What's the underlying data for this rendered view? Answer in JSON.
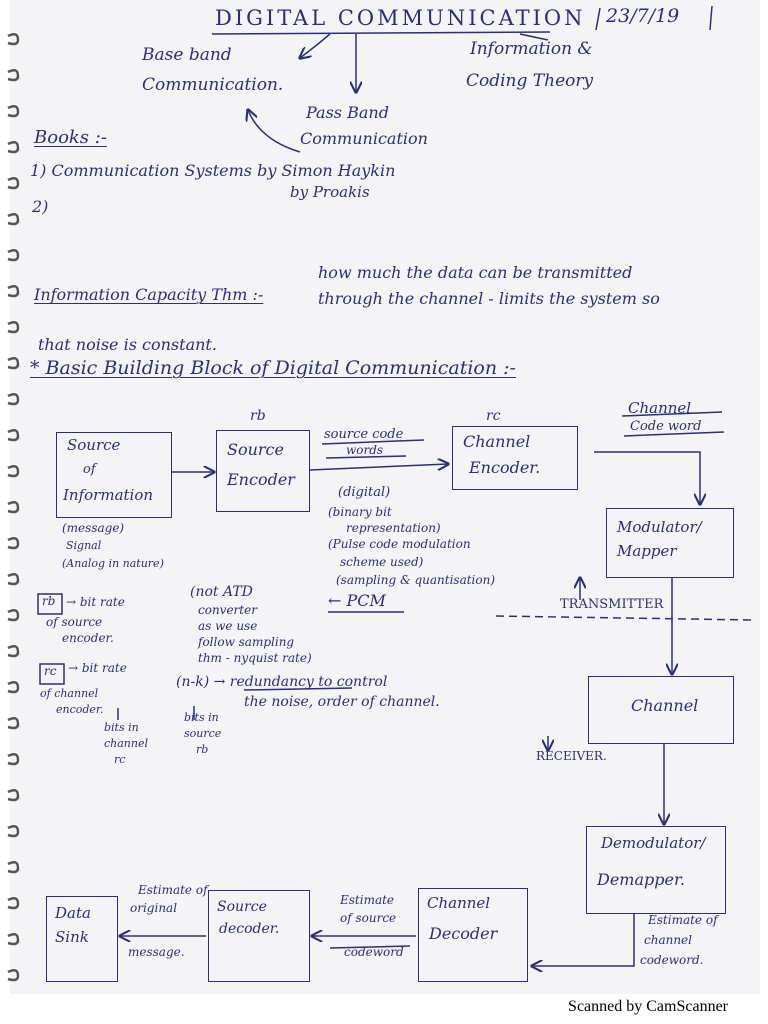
{
  "header": {
    "title": "DIGITAL COMMUNICATION",
    "date": "23/7/19"
  },
  "branches": {
    "baseband": [
      "Base band",
      "Communication."
    ],
    "passband": [
      "Pass Band",
      "Communication"
    ],
    "info": [
      "Information &",
      "Coding Theory"
    ]
  },
  "books": {
    "label": "Books :-",
    "item1": "1) Communication Systems by Simon Haykin",
    "item1b": "by Proakis",
    "item2": "2)"
  },
  "capacity": {
    "label": "Information Capacity Thm :-",
    "text1": "how much the data can be transmitted",
    "text2": "through the channel - limits the system so",
    "text3": "that noise is constant."
  },
  "section": {
    "heading": "* Basic Building Block of Digital Communication :-"
  },
  "blocks": {
    "source": [
      "Source",
      "of",
      "Information"
    ],
    "source_encoder": [
      "Source",
      "Encoder"
    ],
    "channel_encoder": [
      "Channel",
      "Encoder."
    ],
    "modulator": [
      "Modulator/",
      "Mapper"
    ],
    "channel": "Channel",
    "demodulator": [
      "Demodulator/",
      "Demapper."
    ],
    "channel_decoder": [
      "Channel",
      "Decoder"
    ],
    "source_decoder": [
      "Source",
      "decoder."
    ],
    "sink": [
      "Data",
      "Sink"
    ]
  },
  "labels": {
    "rb": "rb",
    "rc": "rc",
    "source_code_words": [
      "source code",
      "words"
    ],
    "channel_code_word": [
      "Channel",
      "Code word"
    ],
    "message": [
      "(message)",
      "Signal",
      "(Analog in nature)"
    ],
    "digital_notes": [
      "(digital)",
      "(binary bit",
      "representation)",
      "(Pulse code modulation",
      "scheme used)",
      "(sampling & quantisation)"
    ],
    "not_atd": [
      "(not ATD",
      "converter",
      "as we use",
      "follow sampling",
      "thm - nyquist rate)"
    ],
    "pcm": "← PCM",
    "transmitter": "TRANSMITTER",
    "receiver": "RECEIVER.",
    "rb_bitrate": [
      "→ bit rate",
      "of source",
      "encoder."
    ],
    "rc_bitrate": [
      "→ bit rate",
      "of channel",
      "encoder."
    ],
    "bits_in_channel": [
      "bits in",
      "channel",
      "rc"
    ],
    "bits_in_source": [
      "bits in",
      "source",
      "rb"
    ],
    "redundancy": [
      "(n-k) → redundancy to control",
      "the noise, order of channel."
    ],
    "estimate_codeword": [
      "Estimate of",
      "channel",
      "codeword."
    ],
    "estimate_source": [
      "Estimate",
      "of source",
      "codeword"
    ],
    "estimate_message": [
      "Estimate of",
      "original",
      "message."
    ]
  },
  "footer": {
    "text": "Scanned by CamScanner"
  },
  "colors": {
    "ink": "#2b2f7a",
    "paper": "#f4f3f6"
  }
}
